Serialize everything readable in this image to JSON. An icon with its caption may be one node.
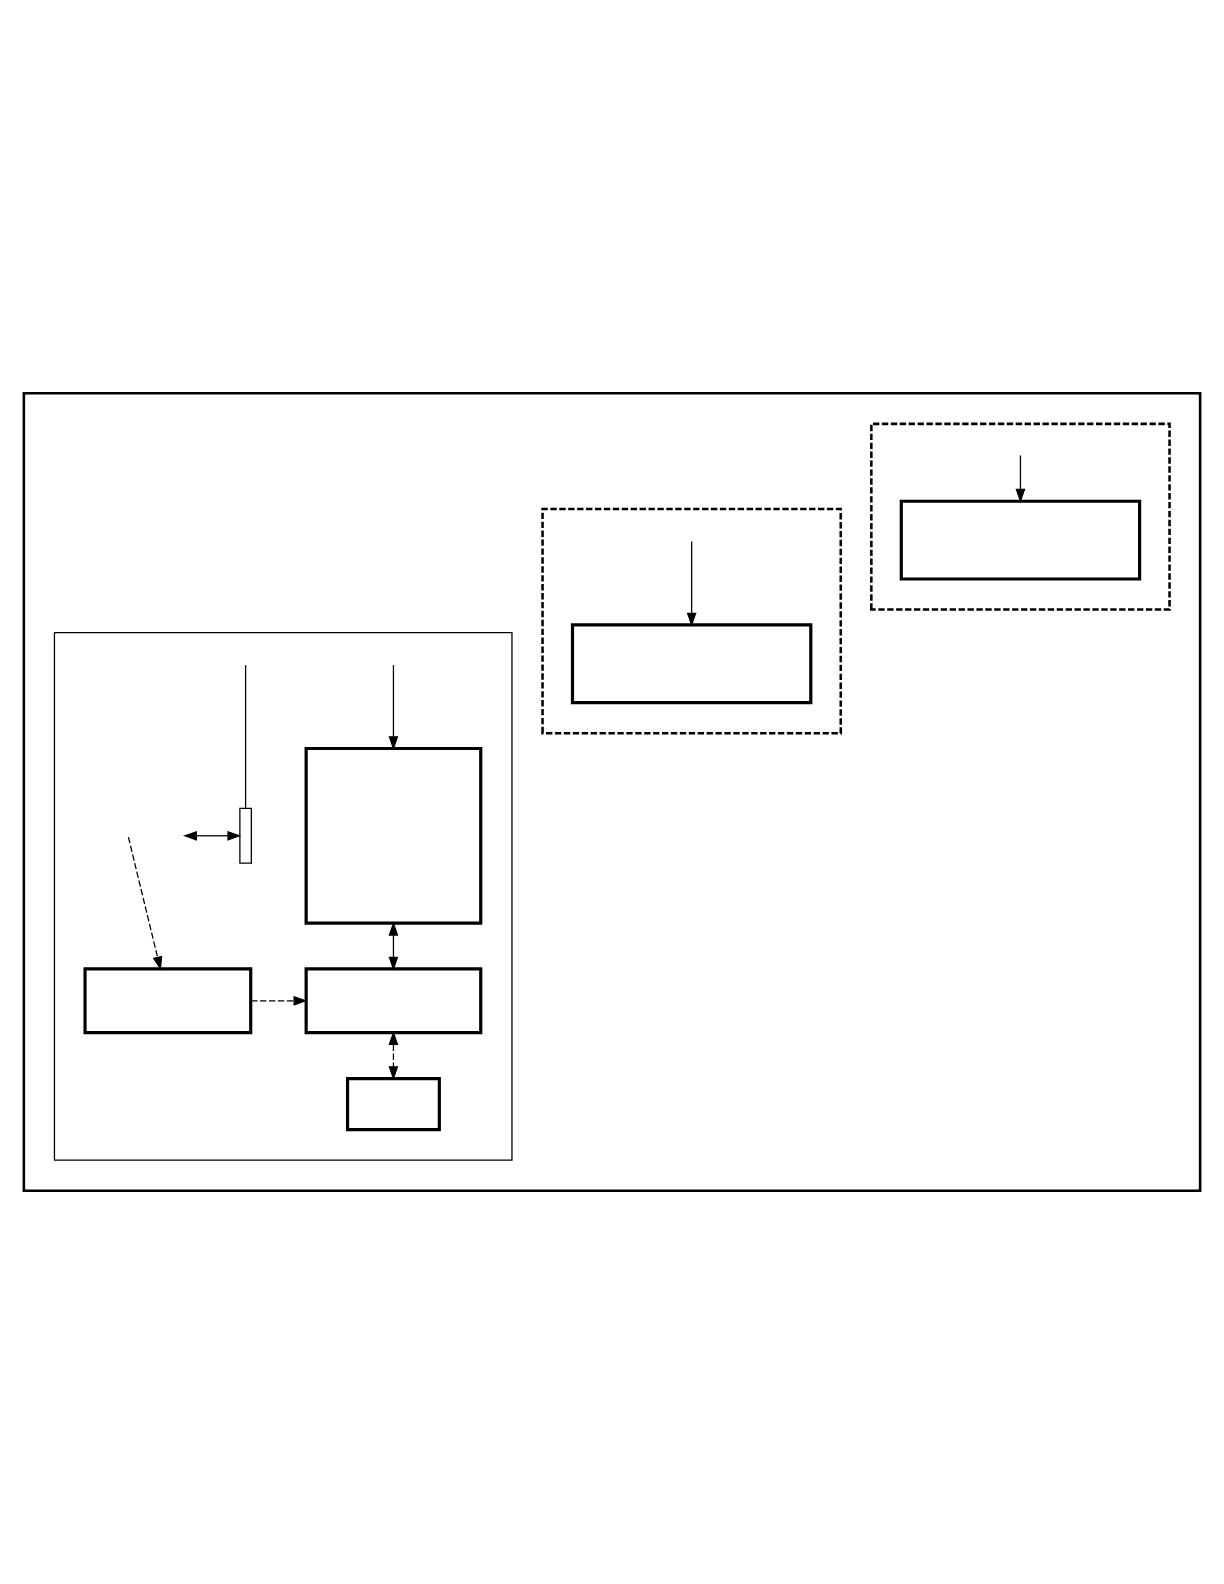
{
  "diagram": {
    "nodes": [
      {
        "text": [],
        "shape": "box"
      },
      {
        "text": [],
        "shape": "box",
        "in": 0
      },
      {
        "text": [],
        "shape": "box",
        "in": 1
      },
      {
        "text": [],
        "shape": "box",
        "in": 0
      },
      {
        "text": [],
        "shape": "box",
        "in": 3
      },
      {
        "text": [],
        "shape": "box",
        "in": 0
      },
      {
        "text": [],
        "shape": "box",
        "in": 5
      },
      {
        "text": [],
        "shape": "box",
        "in": 5
      },
      {
        "text": [],
        "shape": "box",
        "in": 5
      },
      {
        "text": [],
        "shape": "box",
        "in": 5
      },
      {
        "text": [],
        "shape": "box",
        "in": 5
      }
    ],
    "edges": [
      {
        "from": null,
        "to": 2,
        "arrow": "to"
      },
      {
        "from": null,
        "to": 4,
        "arrow": "to"
      },
      {
        "from": null,
        "to": 6,
        "arrow": "to"
      },
      {
        "from": null,
        "to": 7,
        "arrow": "none"
      },
      {
        "from": null,
        "to": 7,
        "arrow": "both"
      },
      {
        "from": 6,
        "to": 9,
        "arrow": "both"
      },
      {
        "from": null,
        "to": 8,
        "arrow": "to",
        "style": "dashed"
      },
      {
        "from": 8,
        "to": 9,
        "arrow": "to",
        "style": "dashed"
      },
      {
        "from": 9,
        "to": 10,
        "arrow": "both",
        "style": "dashed"
      }
    ]
  }
}
